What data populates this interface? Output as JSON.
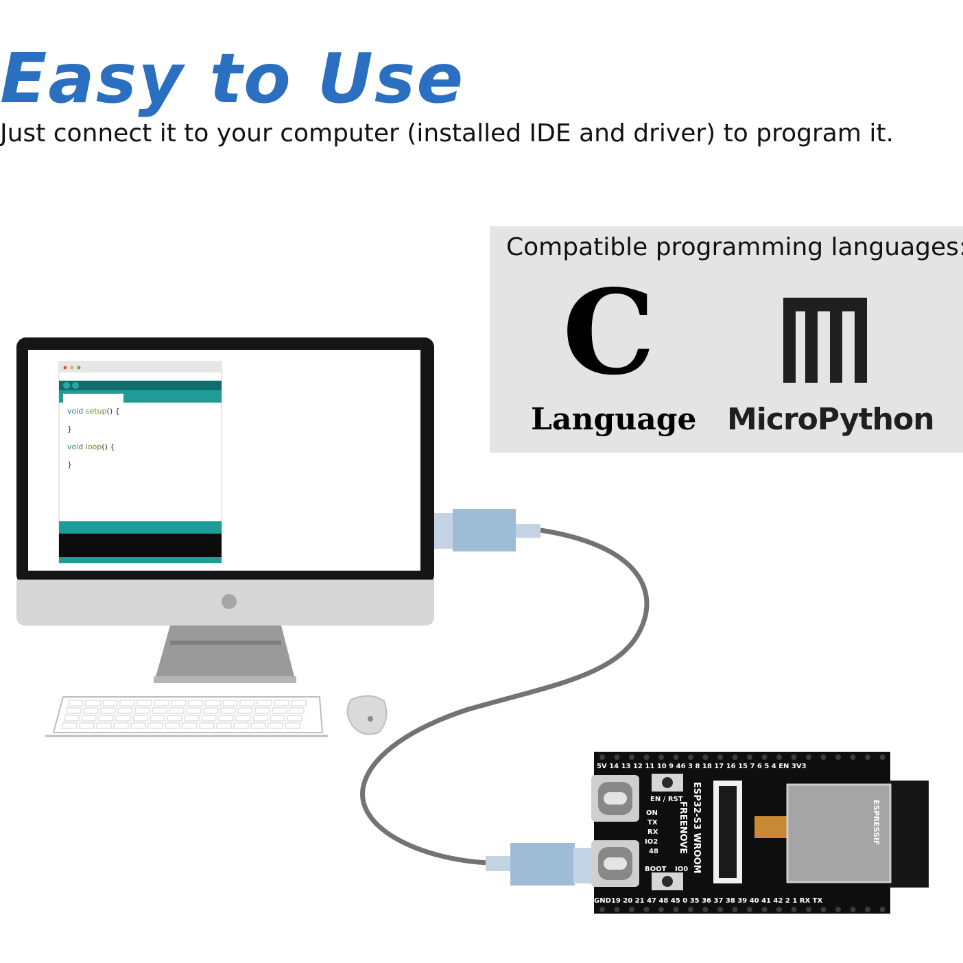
{
  "headline": "Easy to Use",
  "subheadline": "Just connect it to your computer (installed IDE and driver) to program it.",
  "languages": {
    "heading": "Compatible programming languages:",
    "c": {
      "mark": "C",
      "label": "Language"
    },
    "micropython": {
      "label": "MicroPython"
    }
  },
  "ide": {
    "line1_keyword": "void",
    "line1_fn": "setup",
    "line1_rest": "() {",
    "line2": "}",
    "line3_keyword": "void",
    "line3_fn": "loop",
    "line3_rest": "() {",
    "line4": "}"
  },
  "board": {
    "top_pins": "5V  14  13  12  11  10  9   46   3   8   18  17  16  15  7   6   5   4   EN 3V3",
    "bottom_pins": "GND19  20  21  47  48  45  0   35  36  37  38  39  40  41  42  2   1  RX  TX",
    "reset_label": "EN / RST",
    "model": "ESP32-S3 WROOM",
    "brand": "FREENOVE",
    "boot_label": "BOOT",
    "io0": "IO0",
    "led_labels": [
      "ON",
      "TX",
      "RX",
      "IO2",
      "48"
    ],
    "module_brand": "ESPRESSIF"
  },
  "colors": {
    "headline": "#2b6fc0",
    "teal": "#1f9c98",
    "usb_plug": "#9fbcd6",
    "cable": "#737373",
    "panel": "#e4e4e4"
  }
}
